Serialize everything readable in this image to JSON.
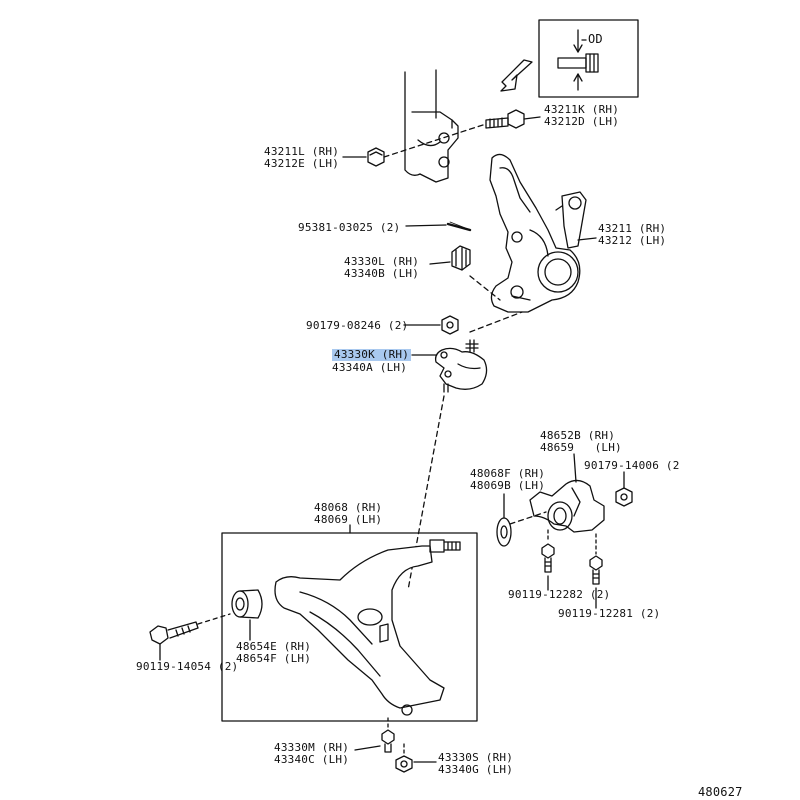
{
  "inset": {
    "od_label": "OD"
  },
  "labels": {
    "l43211K": "43211K (RH)",
    "l43212D": "43212D (LH)",
    "l43211L": "43211L (RH)",
    "l43212E": "43212E (LH)",
    "l95381": "95381-03025 (2)",
    "l43211": "43211 (RH)",
    "l43212": "43212 (LH)",
    "l43330L": "43330L (RH)",
    "l43340B": "43340B (LH)",
    "l90179_08246": "90179-08246 (2)",
    "l43330K": "43330K (RH)",
    "l43340A": "43340A (LH)",
    "l48652B": "48652B (RH)",
    "l48659": "48659   (LH)",
    "l90179_14006": "90179-14006 (2",
    "l48068F": "48068F (RH)",
    "l48069B": "48069B (LH)",
    "l48068": "48068 (RH)",
    "l48069": "48069 (LH)",
    "l90119_12282": "90119-12282 (2)",
    "l90119_12281": "90119-12281 (2)",
    "l48654E": "48654E (RH)",
    "l48654F": "48654F (LH)",
    "l90119_14054": "90119-14054 (2)",
    "l43330M": "43330M (RH)",
    "l43340C": "43340C (LH)",
    "l43330S": "43330S (RH)",
    "l43340G": "43340G (LH)",
    "diagram_code": "480627"
  },
  "highlight_color": "#a9c9ef"
}
